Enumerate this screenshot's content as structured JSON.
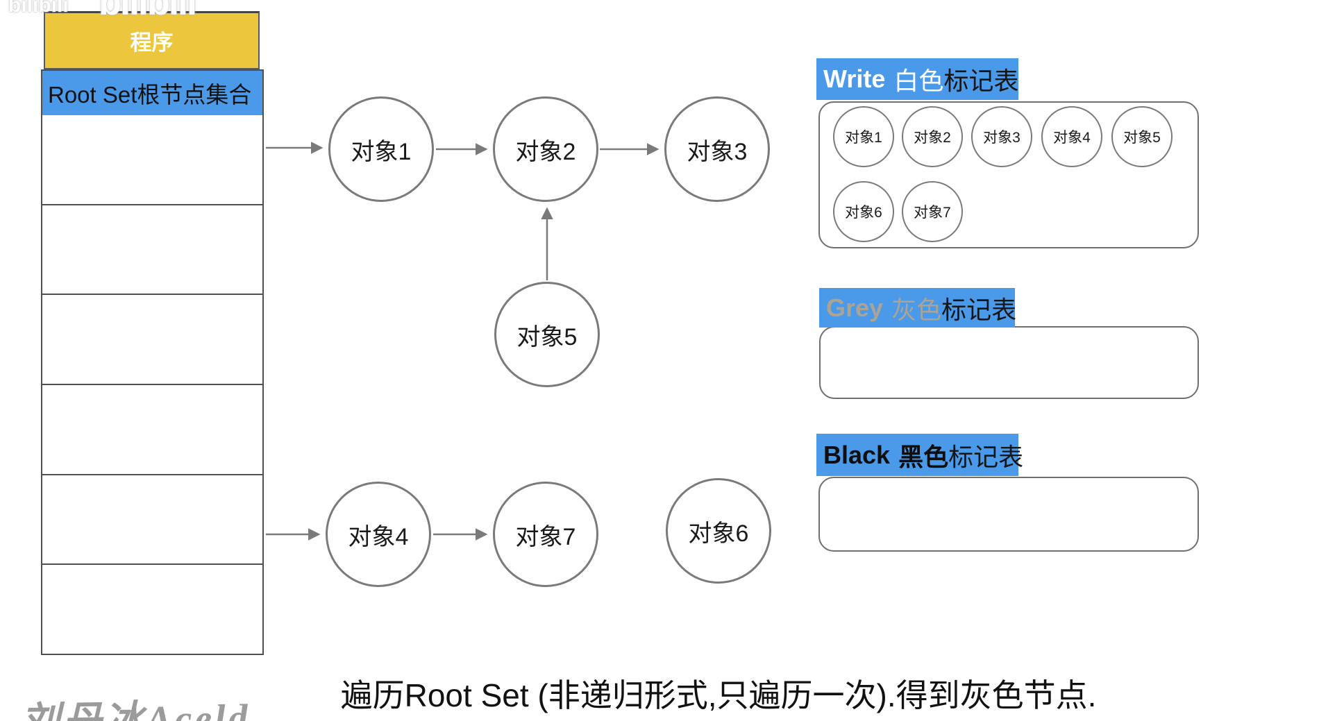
{
  "watermark": {
    "text": "bilibili"
  },
  "stack": {
    "title": "程序",
    "root_label": "Root Set根节点集合",
    "empty_row_count": 6
  },
  "graph": {
    "nodes": [
      "对象1",
      "对象2",
      "对象3",
      "对象4",
      "对象5",
      "对象6",
      "对象7"
    ],
    "edges": [
      "RootSet→对象1",
      "对象1→对象2",
      "对象2→对象3",
      "对象5→对象2",
      "RootSet→对象4",
      "对象4→对象7"
    ]
  },
  "tables": {
    "white": {
      "en": "Write",
      "cn": "白色",
      "suffix": "标记表",
      "items": [
        "对象1",
        "对象2",
        "对象3",
        "对象4",
        "对象5",
        "对象6",
        "对象7"
      ]
    },
    "grey": {
      "en": "Grey",
      "cn": "灰色",
      "suffix": "标记表",
      "items": []
    },
    "black": {
      "en": "Black",
      "cn": "黑色",
      "suffix": "标记表",
      "items": []
    }
  },
  "caption": "遍历Root Set (非递归形式,只遍历一次).得到灰色节点.",
  "signature": "刘丹冰Aceld",
  "colors": {
    "highlight_blue": "#4a9ae9",
    "program_yellow": "#ecc63d",
    "grey_label_text": "#aba494",
    "line_grey": "#7a7a7a"
  }
}
